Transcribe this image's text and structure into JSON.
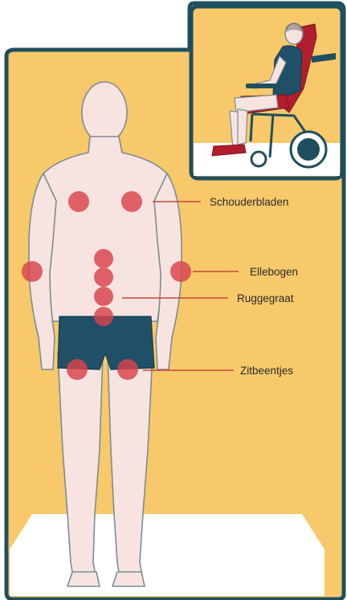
{
  "labels": {
    "shoulder_blades": "Schouderbladen",
    "elbows": "Ellebogen",
    "spine": "Ruggegraat",
    "sit_bones": "Zitbeentjes"
  },
  "colors": {
    "background_yellow": "#f7c96a",
    "frame_teal": "#1f4f5e",
    "skin": "#f7e4e1",
    "skin_outline": "#7d8c91",
    "shorts": "#1f5068",
    "pressure_point": "#d9444c",
    "leader_line": "#c7473a",
    "wheelchair_red": "#b31e2c",
    "floor": "#ffffff"
  },
  "icons": {
    "inset": "wheelchair-user-icon",
    "figure": "human-back-figure-icon",
    "pressure_point": "pressure-point-dot-icon"
  }
}
